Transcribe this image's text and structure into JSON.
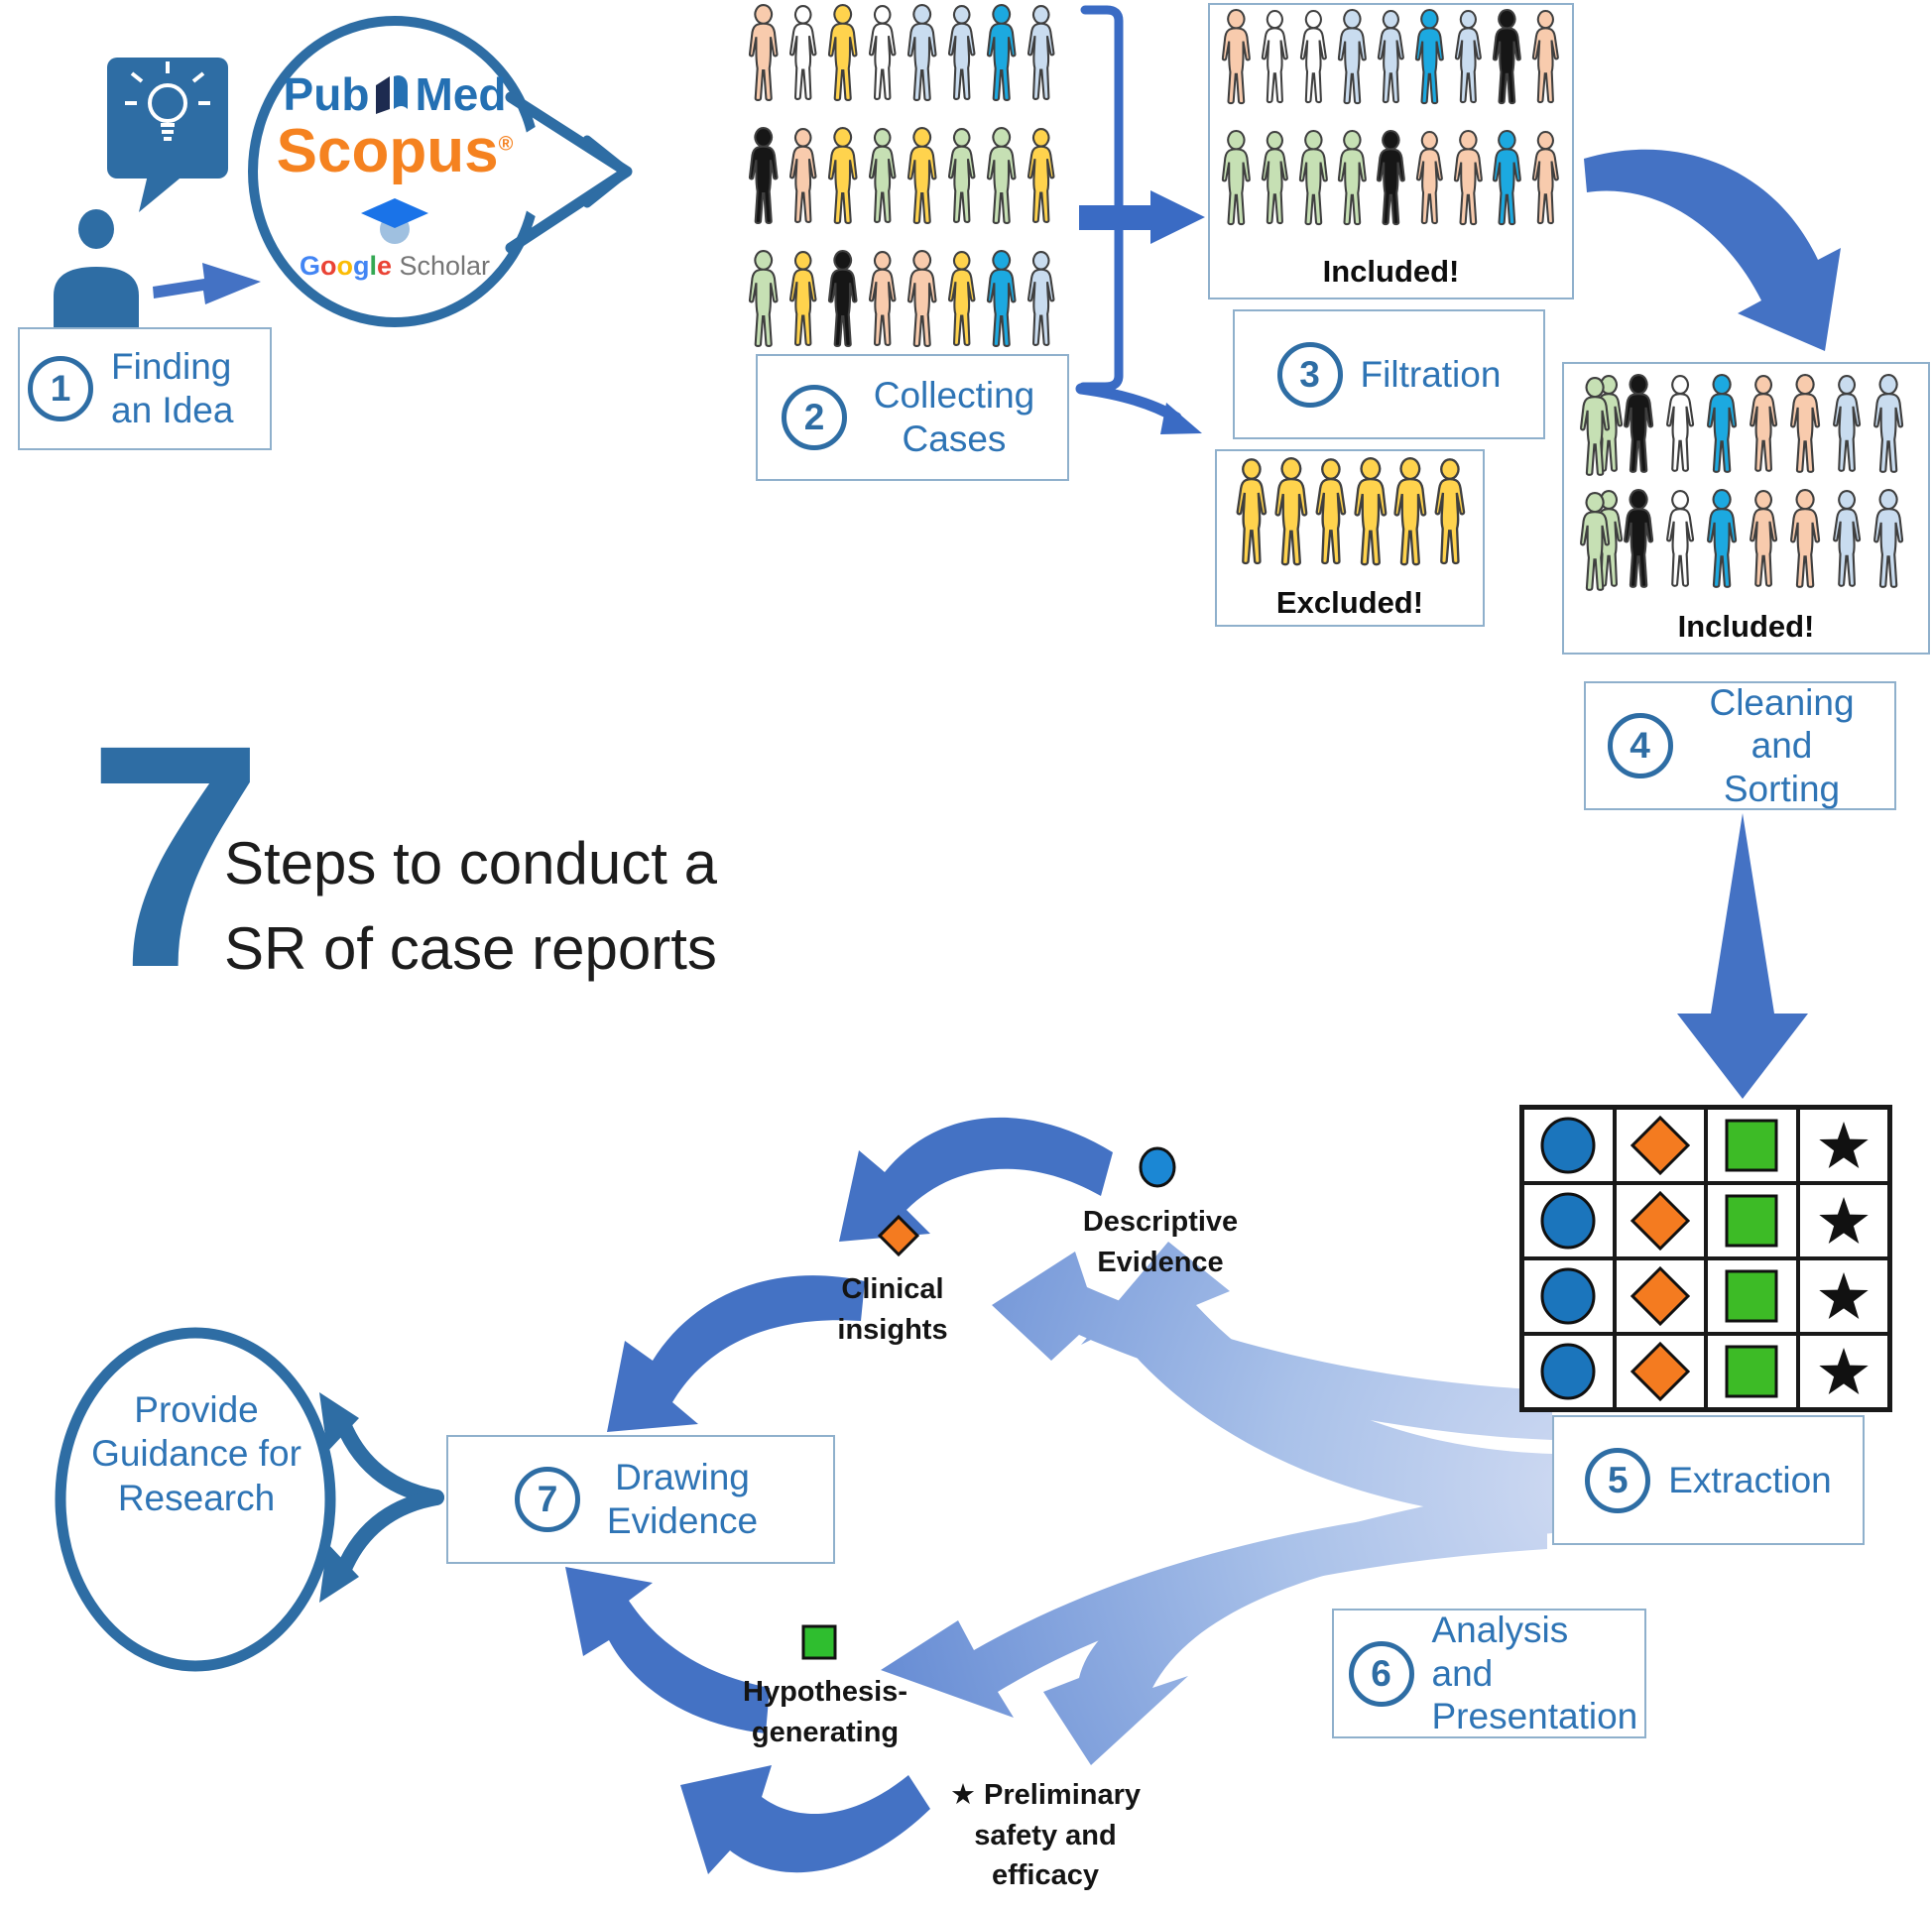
{
  "accent": {
    "label_blue": "#2E74B5",
    "dark_blue": "#2E6DA4",
    "arrow_blue": "#4472C4",
    "bracket_blue": "#3A6BC4",
    "box_border": "#8FB0CC",
    "pubmed_blue": "#2470B3",
    "scopus_orange": "#F58220",
    "scholar_gray": "#757575",
    "title_black": "#1C1C1C"
  },
  "header": {
    "big_number": "7",
    "title_line1": "Steps to conduct a",
    "title_line2": "SR of case reports"
  },
  "steps": [
    {
      "num": "1",
      "label": "Finding an Idea"
    },
    {
      "num": "2",
      "label": "Collecting Cases"
    },
    {
      "num": "3",
      "label": "Filtration"
    },
    {
      "num": "4",
      "label": "Cleaning and Sorting"
    },
    {
      "num": "5",
      "label": "Extraction"
    },
    {
      "num": "6",
      "label": "Analysis and Presentation"
    },
    {
      "num": "7",
      "label": "Drawing Evidence"
    }
  ],
  "sources": {
    "pub": "Pub",
    "med": "Med",
    "scopus": "Scopus",
    "reg": "®",
    "google_letters": [
      [
        "G",
        "#4285F4"
      ],
      [
        "o",
        "#EA4335"
      ],
      [
        "o",
        "#FBBC05"
      ],
      [
        "g",
        "#4285F4"
      ],
      [
        "l",
        "#34A853"
      ],
      [
        "e",
        "#EA4335"
      ]
    ],
    "scholar": " Scholar"
  },
  "person_colors": {
    "peach": "#F8CBAD",
    "white": "#FFFFFF",
    "yellow": "#FFD34D",
    "lightblue": "#C9DCEF",
    "brightblue": "#1CA9E0",
    "green": "#C6E0B4",
    "black": "#161616",
    "outline": "#3F3F3F"
  },
  "groups": {
    "collecting": {
      "rows": [
        [
          "peach:m",
          "white:f",
          "yellow:m",
          "white:f",
          "lightblue:m",
          "lightblue:f",
          "brightblue:m",
          "lightblue:f"
        ],
        [
          "black:m",
          "peach:f",
          "yellow:m",
          "green:f",
          "yellow:m",
          "green:f",
          "green:m",
          "yellow:f"
        ],
        [
          "green:m",
          "yellow:f",
          "black:m",
          "peach:f",
          "peach:m",
          "yellow:f",
          "brightblue:m",
          "lightblue:f"
        ]
      ]
    },
    "included_first": {
      "caption": "Included!",
      "rows": [
        [
          "peach:m",
          "white:f",
          "white:f",
          "lightblue:m",
          "lightblue:f",
          "brightblue:m",
          "lightblue:f",
          "black:m",
          "peach:f"
        ],
        [
          "green:m",
          "green:f",
          "green:m",
          "green:m",
          "black:m",
          "peach:f",
          "peach:m",
          "brightblue:m",
          "peach:f"
        ]
      ]
    },
    "excluded": {
      "caption": "Excluded!",
      "rows": [
        [
          "yellow:f",
          "yellow:m",
          "yellow:f",
          "yellow:m",
          "yellow:m",
          "yellow:f"
        ]
      ]
    },
    "included_sorted": {
      "caption": "Included!",
      "rows": [
        [
          "green:pair",
          "black:m",
          "white:f",
          "brightblue:m",
          "peach:f",
          "peach:m",
          "lightblue:f",
          "lightblue:m"
        ],
        [
          "green:pair",
          "black:m",
          "white:f",
          "brightblue:m",
          "peach:f",
          "peach:m",
          "lightblue:f",
          "lightblue:m"
        ]
      ]
    }
  },
  "table": {
    "rows": 4,
    "columns": [
      "circle",
      "diamond",
      "square",
      "star"
    ],
    "shape_colors": {
      "circle": "#1B75BC",
      "diamond": "#F47B20",
      "square": "#3DBB26",
      "star": "#111111"
    }
  },
  "evidence": {
    "descriptive": {
      "marker": "circle",
      "label": "Descriptive Evidence"
    },
    "clinical": {
      "marker": "diamond",
      "label": "Clinical insights"
    },
    "hypothesis": {
      "marker": "square",
      "label": "Hypothesis-generating"
    },
    "preliminary": {
      "marker": "star",
      "label": "Preliminary safety and efficacy"
    }
  },
  "goal": {
    "label": "Provide Guidance for Research"
  }
}
